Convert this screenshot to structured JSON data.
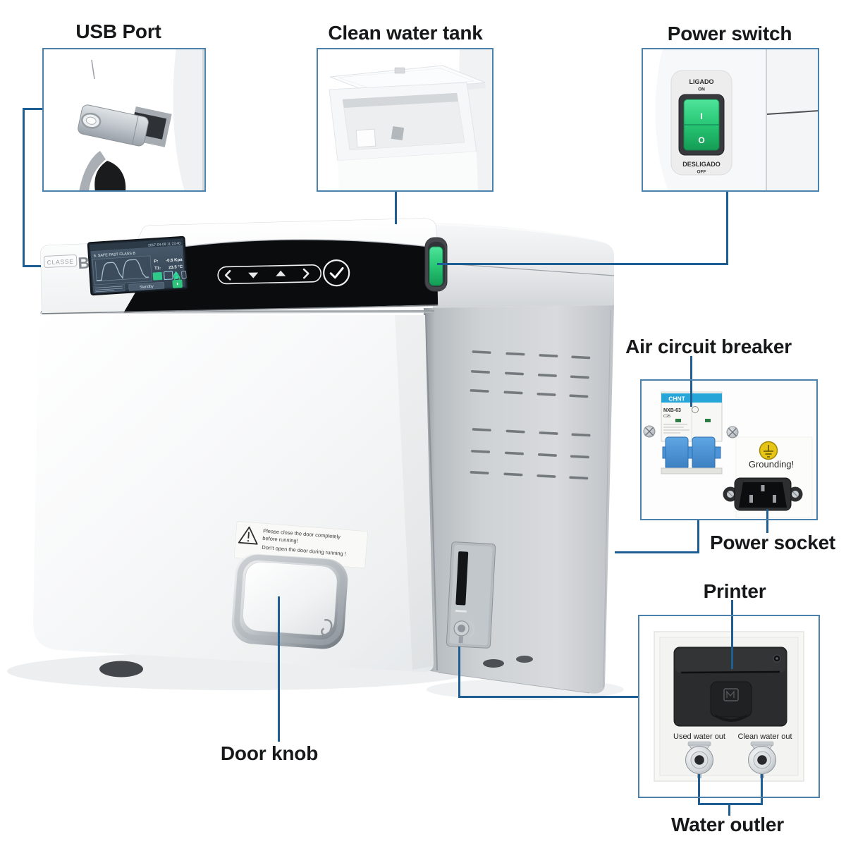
{
  "labels": {
    "usb_port": "USB Port",
    "clean_water_tank": "Clean water tank",
    "power_switch": "Power switch",
    "air_circuit_breaker": "Air circuit breaker",
    "power_socket": "Power socket",
    "printer": "Printer",
    "door_knob": "Door knob",
    "water_outlet": "Water outler"
  },
  "power_switch_inset": {
    "on_word": "LIGADO",
    "on_sub": "ON",
    "off_word": "DESLIGADO",
    "off_sub": "OFF",
    "rocker_on": "I",
    "rocker_off": "O"
  },
  "breaker_inset": {
    "brand": "CHNT",
    "model": "NXB-63",
    "rating": "C25",
    "grounding_note": "Grounding!"
  },
  "printer_inset": {
    "used_water_label": "Used water out",
    "clean_water_label": "Clean water out"
  },
  "machine": {
    "brand_word": "CLASSE",
    "brand_letter": "B",
    "warning_lines": [
      "Please close the door completely",
      "before running!",
      "Don't open the door during running !"
    ],
    "screen": {
      "datetime": "2017-04-09 11:23:40",
      "program": "6. SAFE FAST CLASS B",
      "pressure_label": "P:",
      "pressure_value": "-0.6 Kpa",
      "temp_label": "T1:",
      "temp_value": "23.5 °C",
      "standby_label": "Standby"
    }
  },
  "colors": {
    "callout_line": "#1f5e92",
    "inset_border": "#4b82ad",
    "label_text": "#17181a",
    "switch_green": "#2bd47e",
    "breaker_blue": "#25a5d8",
    "grounding_yellow": "#e7c517",
    "lock_green": "#2fc47c"
  }
}
